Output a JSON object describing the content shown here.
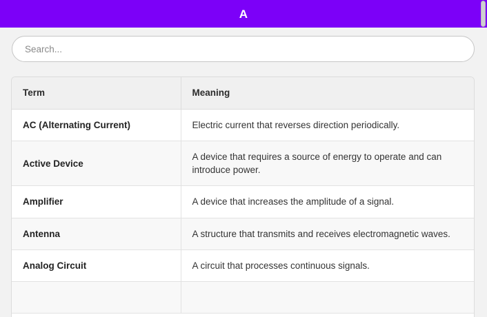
{
  "header": {
    "title": "A",
    "background_color": "#7c00f8",
    "text_color": "#ffffff"
  },
  "search": {
    "value": "",
    "placeholder": "Search..."
  },
  "table": {
    "columns": [
      "Term",
      "Meaning"
    ],
    "rows": [
      {
        "term": "AC (Alternating Current)",
        "meaning": "Electric current that reverses direction periodically."
      },
      {
        "term": "Active Device",
        "meaning": "A device that requires a source of energy to operate and can introduce power."
      },
      {
        "term": "Amplifier",
        "meaning": "A device that increases the amplitude of a signal."
      },
      {
        "term": "Antenna",
        "meaning": "A structure that transmits and receives electromagnetic waves."
      },
      {
        "term": "Analog Circuit",
        "meaning": "A circuit that processes continuous signals."
      },
      {
        "term": "",
        "meaning": ""
      }
    ]
  },
  "scrollbar": {
    "thumb_color": "#cfcfd2",
    "position": "top"
  },
  "page": {
    "background_color": "#f2f2f2"
  }
}
